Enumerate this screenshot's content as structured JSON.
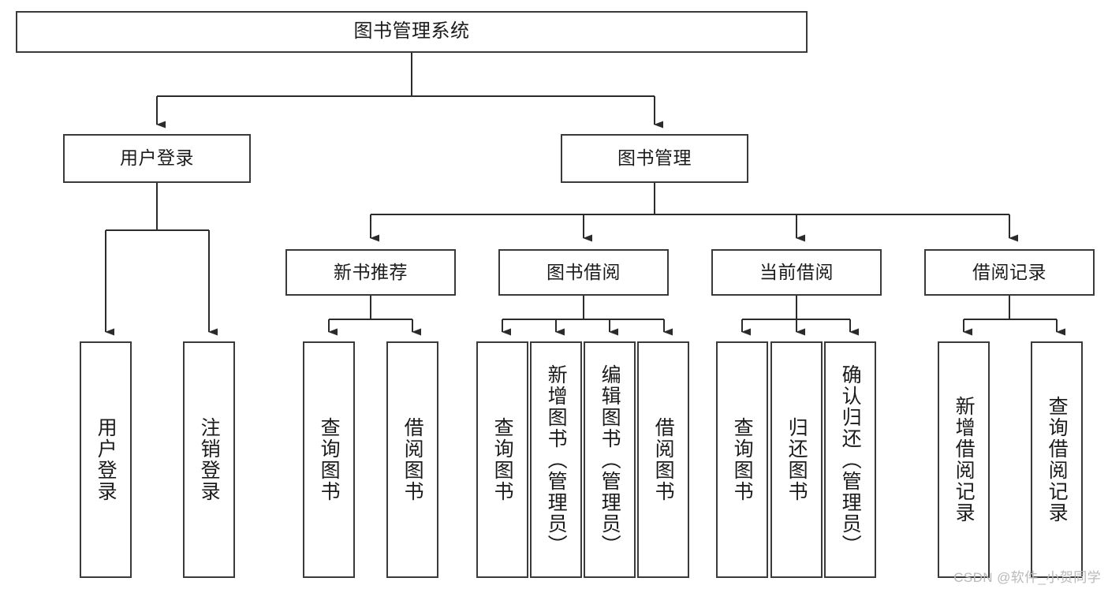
{
  "diagram": {
    "type": "tree-hierarchy-chart",
    "title": "图书管理系统",
    "orientation": "top-down",
    "colors": {
      "border": "#3a3a3a",
      "background": "#ffffff",
      "text": "#1b1b1b",
      "watermark": "#b9b9b9"
    },
    "root": {
      "id": "root",
      "label": "图书管理系统"
    },
    "level2": [
      {
        "id": "user-login",
        "label": "用户登录"
      },
      {
        "id": "book-manage",
        "label": "图书管理"
      }
    ],
    "level3": [
      {
        "id": "new-book-rec",
        "label": "新书推荐",
        "parent": "book-manage"
      },
      {
        "id": "book-borrow",
        "label": "图书借阅",
        "parent": "book-manage"
      },
      {
        "id": "current-borrow",
        "label": "当前借阅",
        "parent": "book-manage"
      },
      {
        "id": "borrow-record",
        "label": "借阅记录",
        "parent": "book-manage"
      }
    ],
    "leaves": [
      {
        "id": "leaf-user-login",
        "label": "用户登录",
        "parent": "user-login"
      },
      {
        "id": "leaf-user-logout",
        "label": "注销登录",
        "parent": "user-login"
      },
      {
        "id": "leaf-rec-query",
        "label": "查询图书",
        "parent": "new-book-rec"
      },
      {
        "id": "leaf-rec-borrow",
        "label": "借阅图书",
        "parent": "new-book-rec"
      },
      {
        "id": "leaf-borrow-query",
        "label": "查询图书",
        "parent": "book-borrow"
      },
      {
        "id": "leaf-borrow-add",
        "label": "新增图书（管理员）",
        "parent": "book-borrow"
      },
      {
        "id": "leaf-borrow-edit",
        "label": "编辑图书（管理员）",
        "parent": "book-borrow"
      },
      {
        "id": "leaf-borrow-do",
        "label": "借阅图书",
        "parent": "book-borrow"
      },
      {
        "id": "leaf-cur-query",
        "label": "查询图书",
        "parent": "current-borrow"
      },
      {
        "id": "leaf-cur-return",
        "label": "归还图书",
        "parent": "current-borrow"
      },
      {
        "id": "leaf-cur-confirm",
        "label": "确认归还（管理员）",
        "parent": "current-borrow"
      },
      {
        "id": "leaf-rec-add",
        "label": "新增借阅记录",
        "parent": "borrow-record"
      },
      {
        "id": "leaf-rec-query2",
        "label": "查询借阅记录",
        "parent": "borrow-record"
      }
    ],
    "watermark": "CSDN @软件_小贺同学"
  }
}
